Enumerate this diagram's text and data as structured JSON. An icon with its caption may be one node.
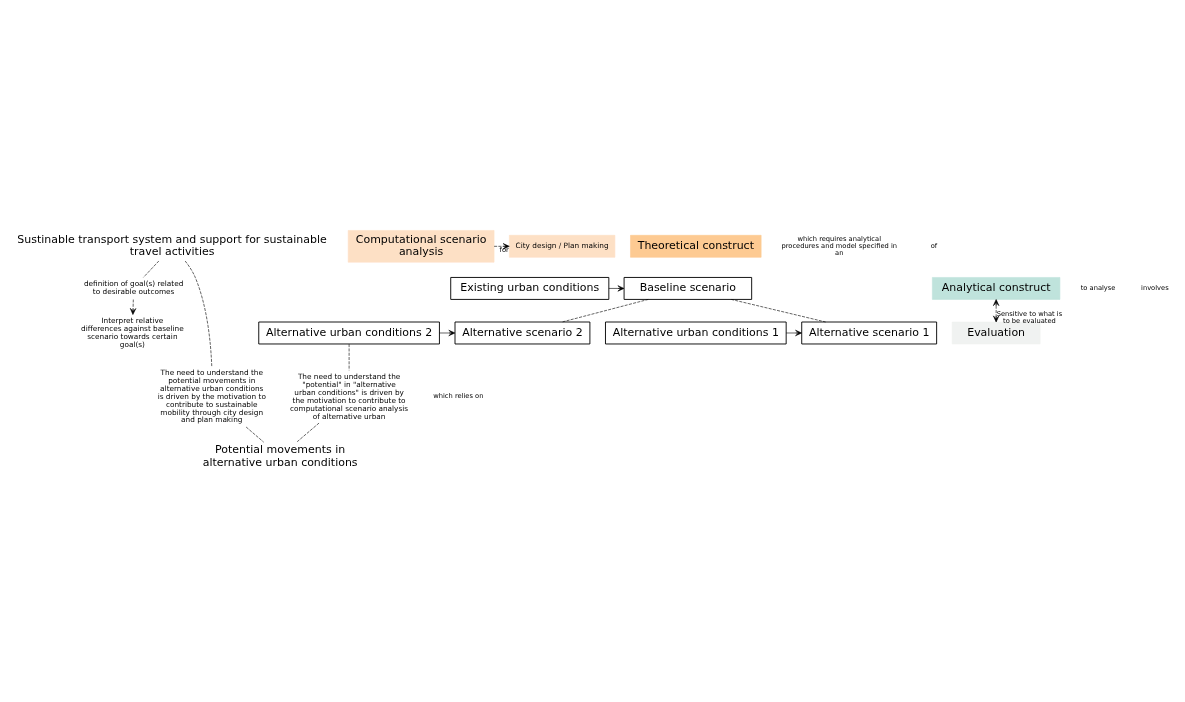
{
  "diagram": {
    "nodes": [
      {
        "text": [
          "Sustinable transport system and support for sustainable travel activities"
        ]
      },
      {
        "text": [
          "City design / Plan making"
        ]
      },
      {
        "text": [
          "Computational scenario analysis"
        ]
      },
      {
        "text": [
          "Existing urban conditions"
        ]
      },
      {
        "text": [
          "Alternative urban conditions 1"
        ]
      },
      {
        "text": [
          "Alternative urban conditions 2"
        ]
      },
      {
        "text": [
          "Baseline scenario"
        ]
      },
      {
        "text": [
          "Alternative scenario 1"
        ]
      },
      {
        "text": [
          "Alternative scenario 2"
        ]
      },
      {
        "text": [
          "definition of goal(s) related to desirable outcomes"
        ]
      },
      {
        "text": [
          "Interpret relative differences against baseline scenario towards certain goal(s)"
        ]
      },
      {
        "text": [
          "Evaluation"
        ]
      },
      {
        "text": [
          "Analytical construct"
        ]
      },
      {
        "text": [
          "Theoretical construct"
        ]
      },
      {
        "text": [
          "Potential movements in alternative urban conditions"
        ]
      },
      {
        "text": [
          "The need to understand the \"potential\" in \"alternative urban conditions\" is driven by the motivation to contribute to computational scenario analysis of alternative urban"
        ]
      },
      {
        "text": [
          "The need to understand the potential movements in alternative urban conditions is driven by the motivation to contribute to sustainable mobility through city design and plan making"
        ]
      }
    ],
    "edges": [
      {
        "from": 2,
        "to": 1,
        "arrow": "to",
        "label": "for",
        "style": "dashed"
      },
      {
        "from": 3,
        "to": 6,
        "arrow": "to"
      },
      {
        "from": 4,
        "to": 7,
        "arrow": "to"
      },
      {
        "from": 5,
        "to": 8,
        "arrow": "to"
      },
      {
        "from": 6,
        "to": 7,
        "arrow": "none",
        "style": "dashed"
      },
      {
        "from": 6,
        "to": 8,
        "arrow": "none",
        "style": "dashed"
      },
      {
        "from": 0,
        "to": 9,
        "arrow": "none",
        "style": "dashed"
      },
      {
        "from": 9,
        "to": 10,
        "arrow": "to",
        "style": "dashed"
      },
      {
        "from": 12,
        "to": 11,
        "arrow": "both",
        "label": "Sensitive to what is to be evaluated",
        "style": "dashed"
      },
      {
        "from": 5,
        "to": 15,
        "arrow": "none",
        "style": "dashed"
      },
      {
        "from": 15,
        "to": 14,
        "arrow": "none",
        "style": "dashed"
      },
      {
        "from": 0,
        "to": 16,
        "arrow": "none",
        "style": "dashed"
      },
      {
        "from": 16,
        "to": 14,
        "arrow": "none",
        "style": "dashed"
      }
    ],
    "labels": [
      "to analyse",
      "involves",
      "which requires analytical procedures and model specified in an",
      "which relies on",
      "of"
    ]
  }
}
